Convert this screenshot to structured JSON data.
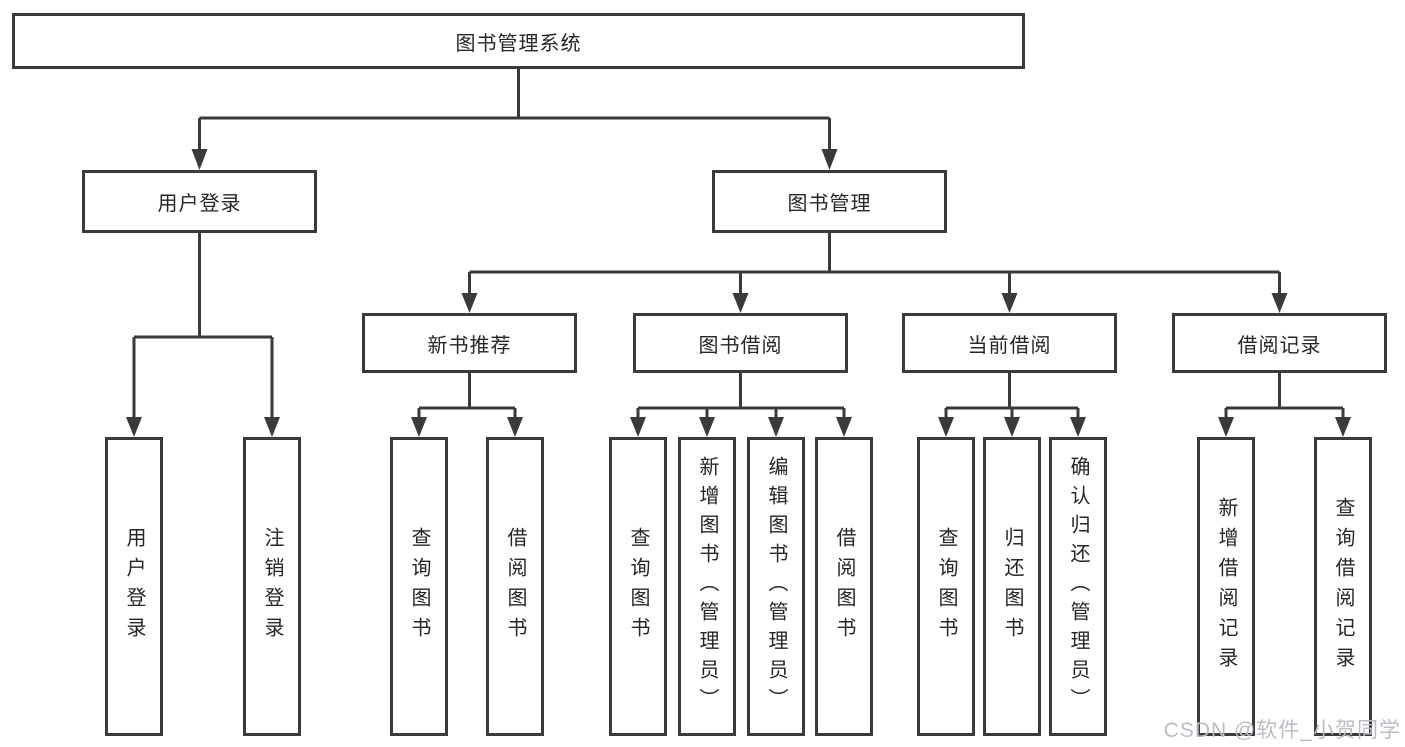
{
  "diagram": {
    "root": {
      "label": "图书管理系统"
    },
    "branches": [
      {
        "label": "用户登录",
        "children": [
          {
            "label": "用户登录"
          },
          {
            "label": "注销登录"
          }
        ]
      },
      {
        "label": "图书管理",
        "children": [
          {
            "label": "新书推荐",
            "children": [
              {
                "label": "查询图书"
              },
              {
                "label": "借阅图书"
              }
            ]
          },
          {
            "label": "图书借阅",
            "children": [
              {
                "label": "查询图书"
              },
              {
                "label": "新增图书（管理员）"
              },
              {
                "label": "编辑图书（管理员）"
              },
              {
                "label": "借阅图书"
              }
            ]
          },
          {
            "label": "当前借阅",
            "children": [
              {
                "label": "查询图书"
              },
              {
                "label": "归还图书"
              },
              {
                "label": "确认归还（管理员）"
              }
            ]
          },
          {
            "label": "借阅记录",
            "children": [
              {
                "label": "新增借阅记录"
              },
              {
                "label": "查询借阅记录"
              }
            ]
          }
        ]
      }
    ]
  },
  "watermark": {
    "text": "CSDN @软件_小贺同学"
  },
  "colors": {
    "line": "#3a3a3a",
    "box_border": "#3a3a3a",
    "text": "#262626",
    "watermark": "#b9bdc3",
    "background": "#ffffff"
  }
}
